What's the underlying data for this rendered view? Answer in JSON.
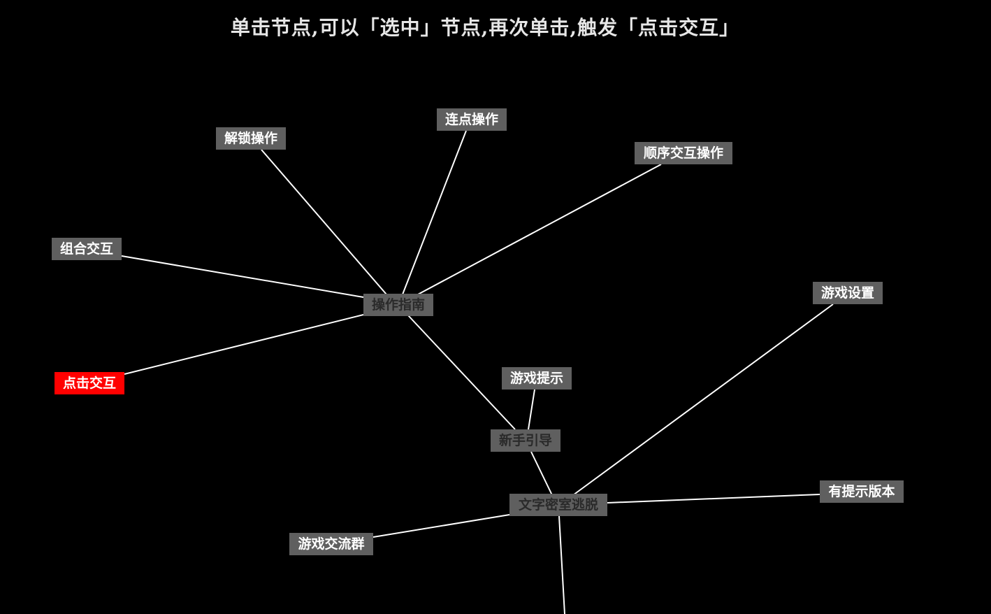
{
  "title": "单击节点,可以「选中」节点,再次单击,触发「点击交互」",
  "colors": {
    "background": "#000000",
    "node_fill": "#5f5f5f",
    "node_text": "#ffffff",
    "hub_text": "#2a2a2a",
    "selected_fill": "#ff0000",
    "edge": "#ffffff"
  },
  "nodes": {
    "root": "文字密室逃脱",
    "newbie": "新手引导",
    "guide": "操作指南",
    "hint": "游戏提示",
    "settings": "游戏设置",
    "hint_version": "有提示版本",
    "group_chat": "游戏交流群",
    "combo": "组合交互",
    "click": "点击交互",
    "unlock": "解锁操作",
    "multi_click": "连点操作",
    "sequence": "顺序交互操作"
  },
  "selected_node": "click",
  "edges": [
    [
      "root",
      "newbie"
    ],
    [
      "root",
      "settings"
    ],
    [
      "root",
      "hint_version"
    ],
    [
      "root",
      "group_chat"
    ],
    [
      "newbie",
      "guide"
    ],
    [
      "newbie",
      "hint"
    ],
    [
      "guide",
      "combo"
    ],
    [
      "guide",
      "click"
    ],
    [
      "guide",
      "unlock"
    ],
    [
      "guide",
      "multi_click"
    ],
    [
      "guide",
      "sequence"
    ]
  ]
}
